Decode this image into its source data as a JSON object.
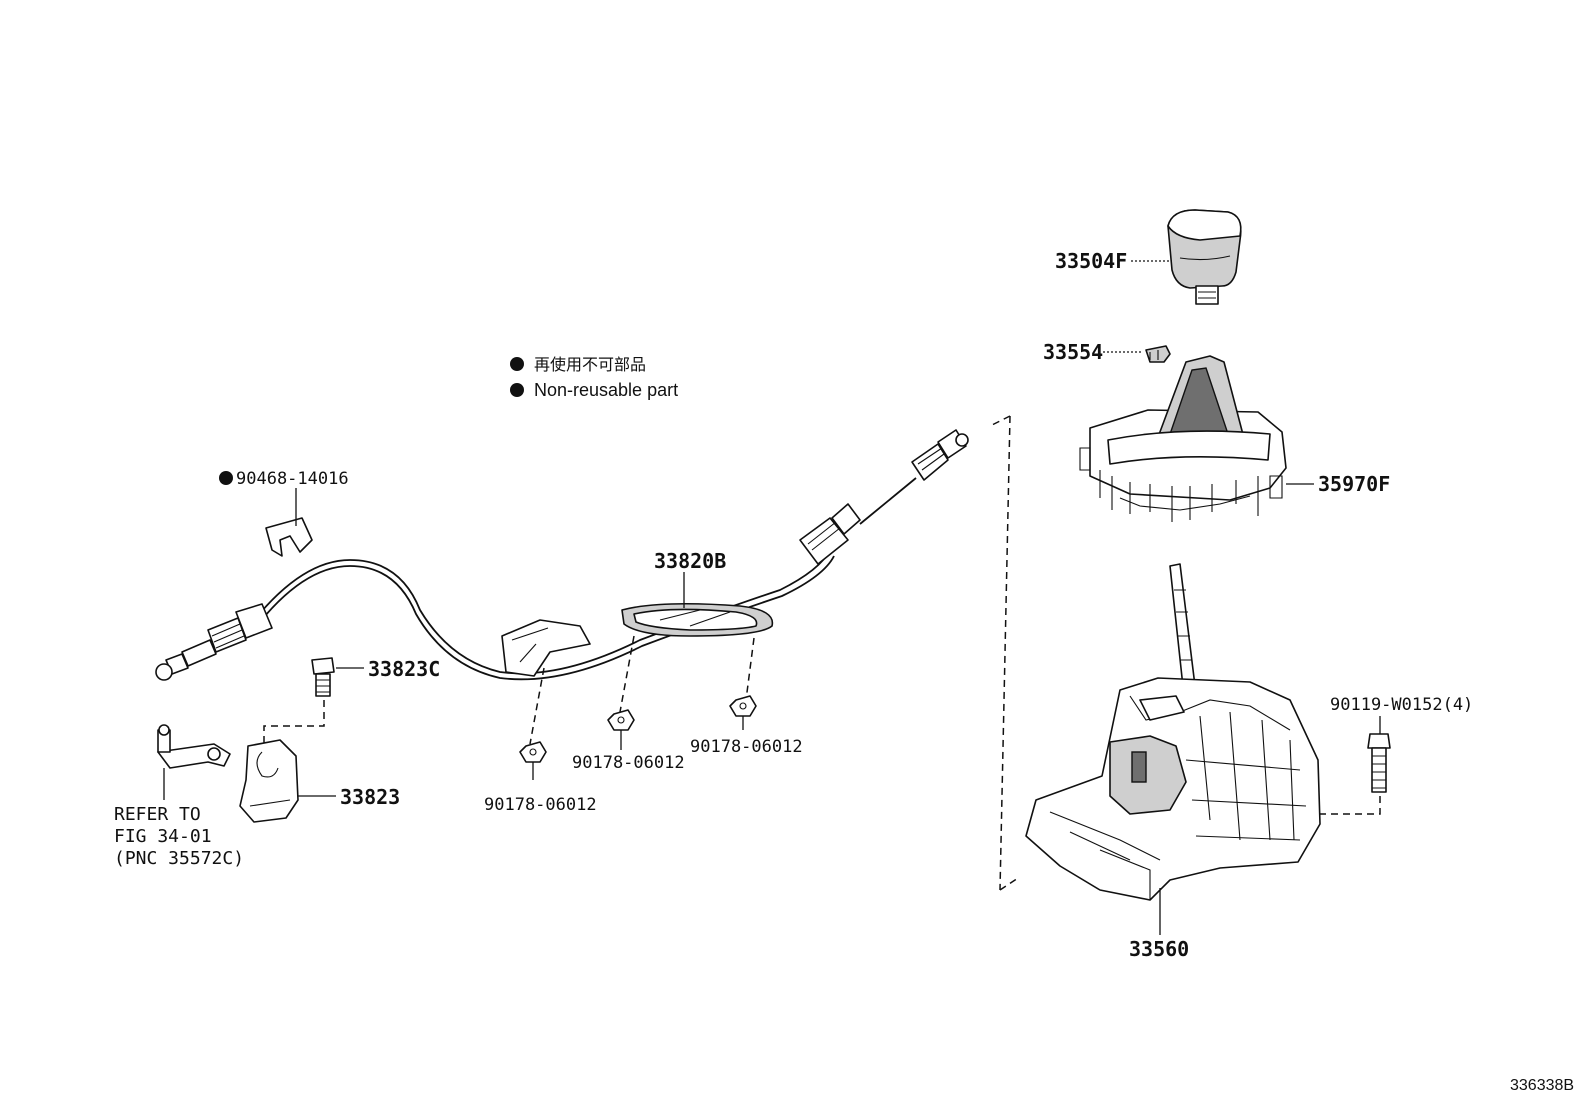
{
  "legend": {
    "japanese": "再使用不可部品",
    "english": "Non-reusable part"
  },
  "parts": {
    "p33504F": "33504F",
    "p33554": "33554",
    "p35970F": "35970F",
    "p33560": "33560",
    "p90119": "90119-W0152(4)",
    "p33820B": "33820B",
    "p90178_a": "90178-06012",
    "p90178_b": "90178-06012",
    "p90178_c": "90178-06012",
    "p33823C": "33823C",
    "p33823": "33823",
    "p90468": "90468-14016"
  },
  "reference": {
    "line1": "REFER TO",
    "line2": "FIG 34-01",
    "line3": "(PNC 35572C)"
  },
  "figure_id": "336338B"
}
